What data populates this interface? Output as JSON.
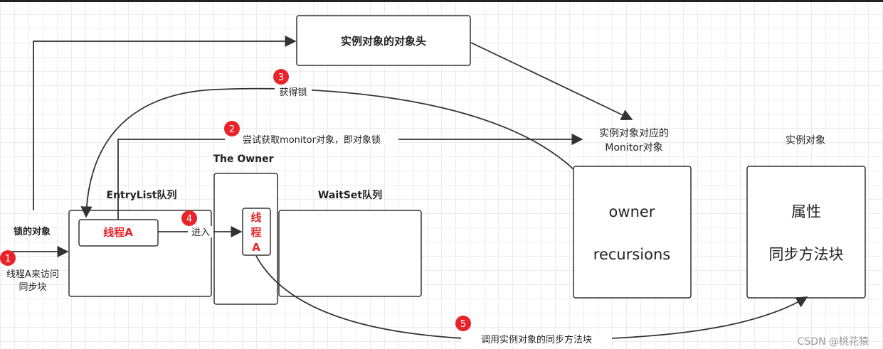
{
  "nodes": {
    "header": "实例对象的对象头",
    "monitor_caption_1": "实例对象对应的",
    "monitor_caption_2": "Monitor对象",
    "instance_caption": "实例对象",
    "owner_title": "The Owner",
    "entrylist_title": "EntryList队列",
    "waitset_title": "WaitSet队列",
    "lock_object": "锁的对象",
    "thread_a": "线程A",
    "owner_thread_1": "线",
    "owner_thread_2": "程",
    "owner_thread_3": "A",
    "monitor_field_1": "owner",
    "monitor_field_2": "recursions",
    "instance_field_1": "属性",
    "instance_field_2": "同步方法块",
    "caller_1": "线程A来访问",
    "caller_2": "同步块"
  },
  "steps": [
    {
      "num": "1"
    },
    {
      "num": "2",
      "label": "尝试获取monitor对象，即对象锁"
    },
    {
      "num": "3",
      "label": "获得锁"
    },
    {
      "num": "4",
      "label": "进入"
    },
    {
      "num": "5",
      "label": "调用实例对象的同步方法块"
    }
  ],
  "watermark": "CSDN @桃花猿",
  "colors": {
    "badge": "#e8232a",
    "line": "#333333",
    "thread_text": "#e8232a"
  }
}
